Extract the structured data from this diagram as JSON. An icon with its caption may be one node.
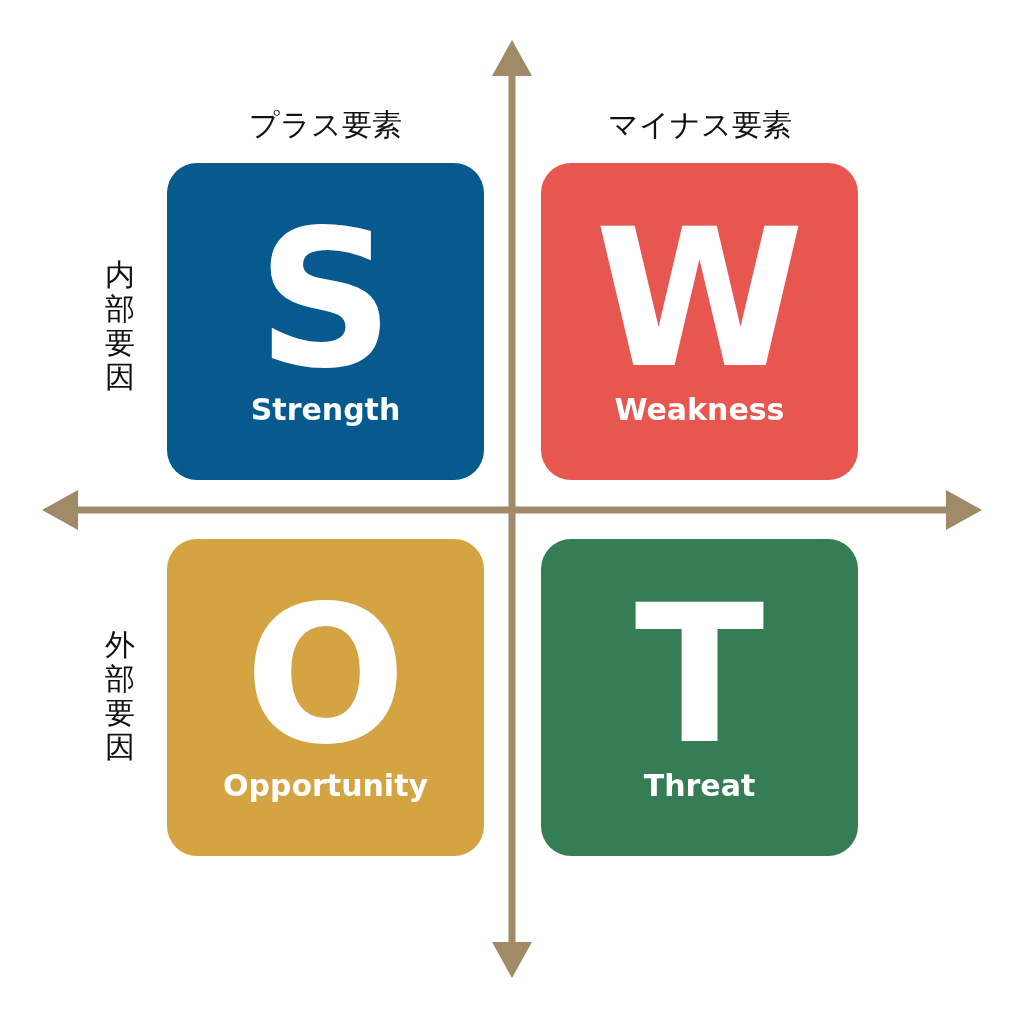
{
  "diagram": {
    "nodes": [
      {
        "text": [
          "S",
          "Strength"
        ]
      },
      {
        "text": [
          "W",
          "Weakness"
        ]
      },
      {
        "text": [
          "O",
          "Opportunity"
        ]
      },
      {
        "text": [
          "T",
          "Threat"
        ]
      }
    ],
    "labels": [
      "プラス要素",
      "マイナス要素",
      "内部要因",
      "外部要因"
    ]
  }
}
